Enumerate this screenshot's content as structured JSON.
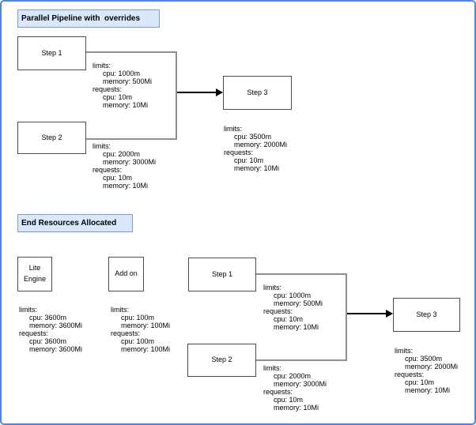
{
  "colors": {
    "frame_border": "#4a86e8",
    "title_fill": "#dae8fc",
    "title_border": "#7a9cc6",
    "node_border": "#4d4d4d",
    "connector_gray": "#8f8f8f",
    "arrow_black": "#000000"
  },
  "pipeline_section": {
    "title": "Parallel Pipeline with  overrides",
    "nodes": {
      "step1": "Step 1",
      "step2": "Step 2",
      "step3": "Step 3"
    },
    "resources": {
      "step1_overrides": [
        "limits:",
        "cpu: 1000m",
        "memory: 500Mi",
        "requests:",
        "cpu: 10m",
        "memory: 10Mi"
      ],
      "step2_overrides": [
        "limits:",
        "cpu: 2000m",
        "memory: 3000Mi",
        "requests:",
        "cpu: 10m",
        "memory: 10Mi"
      ],
      "step3_overrides": [
        "limits:",
        "cpu: 3500m",
        "memory: 2000Mi",
        "requests:",
        "cpu: 10m",
        "memory: 10Mi"
      ]
    }
  },
  "end_section": {
    "title": "End Resources Allocated",
    "nodes": {
      "lite_engine": "Lite Engine",
      "add_on": "Add on",
      "step1": "Step 1",
      "step2": "Step 2",
      "step3": "Step 3"
    },
    "resources": {
      "lite_engine": [
        "limits:",
        "cpu: 3600m",
        "memory: 3600Mi",
        "requests:",
        "cpu: 3600m",
        "memory: 3600Mi"
      ],
      "add_on": [
        "limits:",
        "cpu: 100m",
        "memory: 100Mi",
        "requests:",
        "cpu: 100m",
        "memory: 100Mi"
      ],
      "step1": [
        "limits:",
        "cpu: 1000m",
        "memory: 500Mi",
        "requests:",
        "cpu: 10m",
        "memory: 10Mi"
      ],
      "step2": [
        "limits:",
        "cpu: 2000m",
        "memory: 3000Mi",
        "requests:",
        "cpu: 10m",
        "memory: 10Mi"
      ],
      "step3": [
        "limits:",
        "cpu: 3500m",
        "memory: 2000Mi",
        "requests:",
        "cpu: 10m",
        "memory: 10Mi"
      ]
    }
  }
}
